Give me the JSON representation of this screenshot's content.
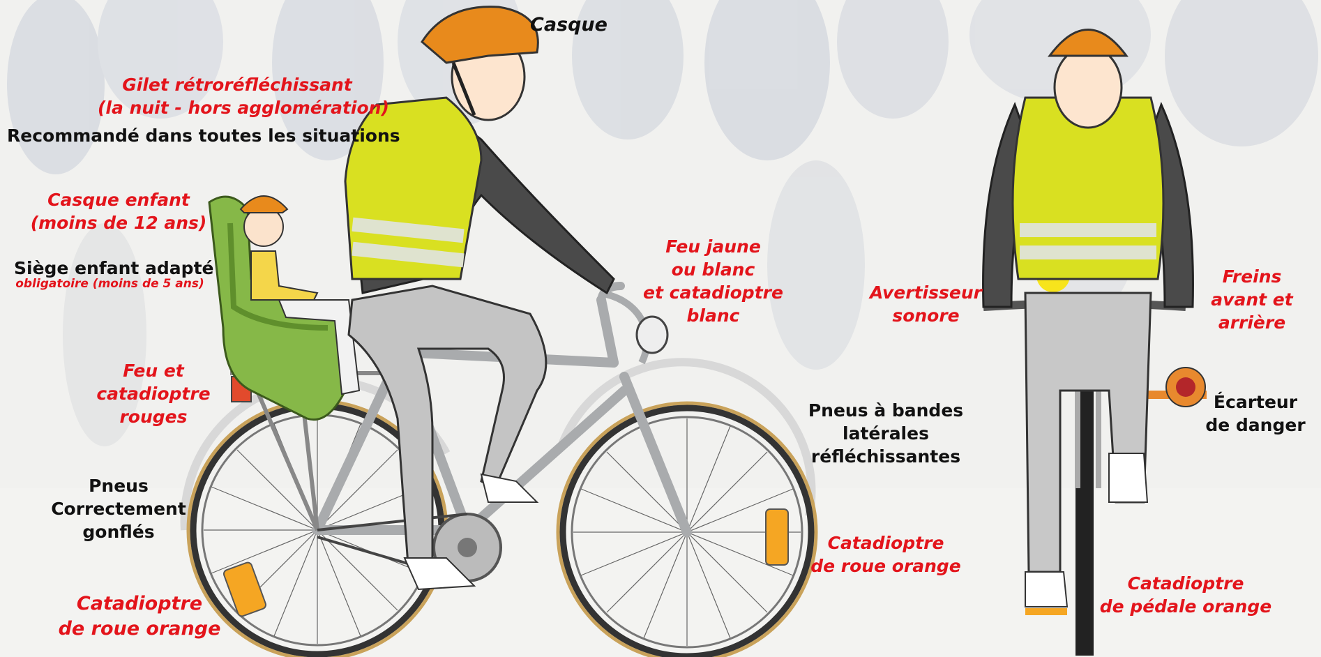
{
  "labels": {
    "casque": "Casque",
    "gilet_1": "Gilet rétroréfléchissant",
    "gilet_2": "(la nuit - hors agglomération)",
    "recommande": "Recommandé dans toutes les situations",
    "casque_enfant_1": "Casque enfant",
    "casque_enfant_2": "(moins de 12 ans)",
    "siege": "Siège enfant adapté",
    "siege_note": "obligatoire (moins de 5 ans)",
    "feu_rouge_1": "Feu et",
    "feu_rouge_2": "catadioptre",
    "feu_rouge_3": "rouges",
    "pneus_1": "Pneus",
    "pneus_2": "Correctement",
    "pneus_3": "gonflés",
    "cata_roue_left_1": "Catadioptre",
    "cata_roue_left_2": "de roue orange",
    "feu_jaune_1": "Feu jaune",
    "feu_jaune_2": "ou blanc",
    "feu_jaune_3": "et catadioptre",
    "feu_jaune_4": "blanc",
    "pneus_bandes_1": "Pneus à bandes",
    "pneus_bandes_2": "latérales",
    "pneus_bandes_3": "réfléchissantes",
    "cata_roue_right_1": "Catadioptre",
    "cata_roue_right_2": "de roue orange",
    "avertisseur_1": "Avertisseur",
    "avertisseur_2": "sonore",
    "freins_1": "Freins",
    "freins_2": "avant et",
    "freins_3": "arrière",
    "ecarteur_1": "Écarteur",
    "ecarteur_2": "de danger",
    "cata_pedale_1": "Catadioptre",
    "cata_pedale_2": "de pédale orange"
  },
  "colors": {
    "label_red": "#e3141b",
    "label_black": "#111111",
    "vest": "#d9e021",
    "helmet": "#e88a1c",
    "frame": "#a9abad",
    "child_seat": "#86b848",
    "reflector_orange": "#f5a623"
  }
}
